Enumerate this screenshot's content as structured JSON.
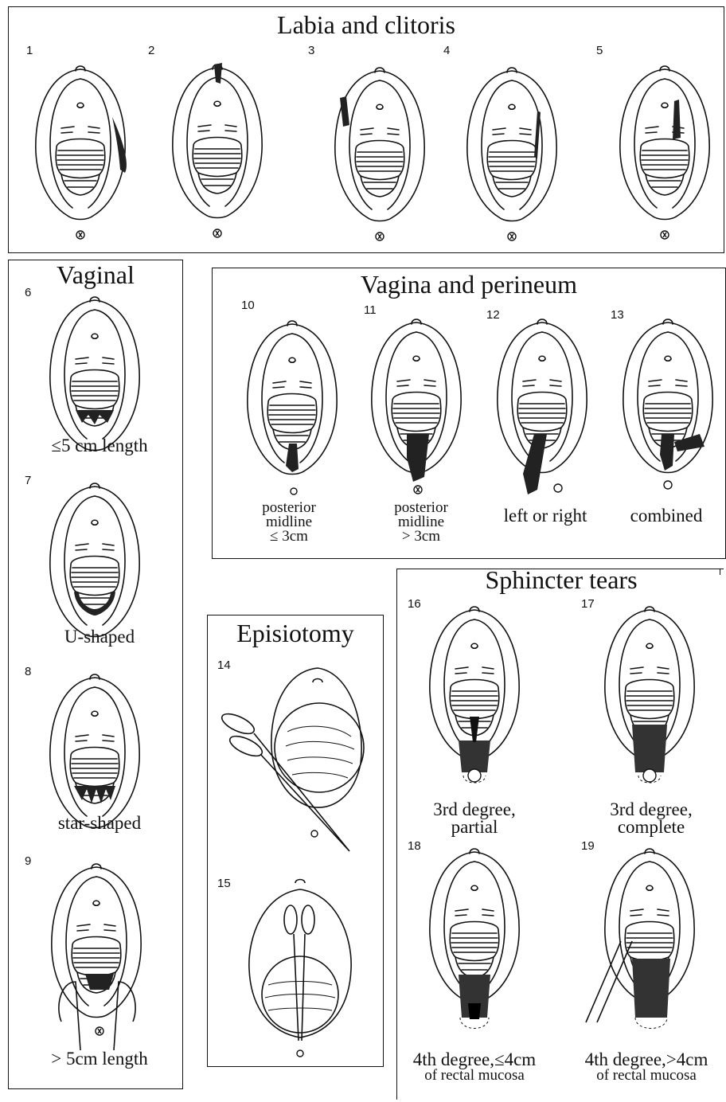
{
  "labia": {
    "title": "Labia and clitoris",
    "n1": "1",
    "n2": "2",
    "n3": "3",
    "n4": "4",
    "n5": "5"
  },
  "vaginal": {
    "title": "Vaginal",
    "n6": "6",
    "c6": "≤5 cm length",
    "n7": "7",
    "c7": "U-shaped",
    "n8": "8",
    "c8": "star-shaped",
    "n9": "9",
    "c9": "> 5cm length"
  },
  "perineum": {
    "title": "Vagina and perineum",
    "n10": "10",
    "c10a": "posterior",
    "c10b": "midline",
    "c10c": "≤ 3cm",
    "n11": "11",
    "c11a": "posterior",
    "c11b": "midline",
    "c11c": "> 3cm",
    "n12": "12",
    "c12": "left or right",
    "n13": "13",
    "c13": "combined"
  },
  "episiotomy": {
    "title": "Episiotomy",
    "n14": "14",
    "n15": "15"
  },
  "sphincter": {
    "title": "Sphincter tears",
    "n16": "16",
    "c16a": "3rd degree,",
    "c16b": "partial",
    "n17": "17",
    "c17a": "3rd degree,",
    "c17b": "complete",
    "n18": "18",
    "c18a": "4th degree,≤4cm",
    "c18b": "of rectal mucosa",
    "n19": "19",
    "c19a": "4th degree,>4cm",
    "c19b": "of rectal mucosa"
  }
}
